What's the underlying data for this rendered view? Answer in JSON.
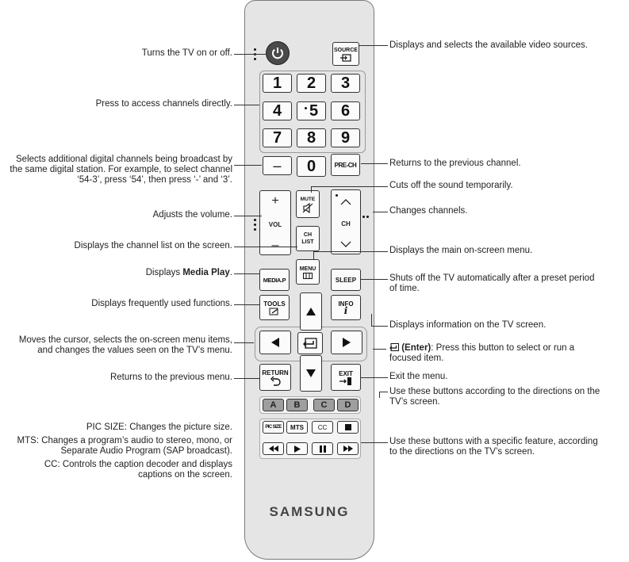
{
  "remote": {
    "brand": "SAMSUNG",
    "buttons": {
      "source_label": "SOURCE",
      "numbers": [
        "1",
        "2",
        "3",
        "4",
        "5",
        "6",
        "7",
        "8",
        "9"
      ],
      "dash": "–",
      "zero": "0",
      "prech": "PRE-CH",
      "vol_plus": "+",
      "vol_label": "VOL",
      "vol_minus": "–",
      "mute": "MUTE",
      "ch_list": "CH\nLIST",
      "ch_label": "CH",
      "menu": "MENU",
      "mediap": "MEDIA.P",
      "sleep": "SLEEP",
      "tools": "TOOLS",
      "info": "INFO",
      "return": "RETURN",
      "exit": "EXIT",
      "color_a": "A",
      "color_b": "B",
      "color_c": "C",
      "color_d": "D",
      "picsize": "PIC SIZE",
      "mts": "MTS",
      "cc": "CC"
    },
    "icons": {
      "power": "power-icon",
      "source": "input-icon",
      "mute": "mute-icon",
      "up": "arrow-up-icon",
      "down": "arrow-down-icon",
      "left": "arrow-left-icon",
      "right": "arrow-right-icon",
      "enter": "enter-icon",
      "return": "return-icon",
      "exit": "exit-icon",
      "stop": "stop-icon",
      "rewind": "rewind-icon",
      "play": "play-icon",
      "pause": "pause-icon",
      "ffwd": "fast-forward-icon"
    },
    "colors": {
      "body": "#e5e5e5",
      "button": "#fbfbfb",
      "color_buttons": "#9e9e9e"
    }
  },
  "annotations": {
    "power": "Turns the TV on or off.",
    "numbers": "Press to access channels directly.",
    "dash_lines": [
      "Selects additional digital channels being broadcast by",
      "the same digital station. For example, to select channel",
      "‘54-3’, press ‘54’, then press ‘-’ and ‘3’."
    ],
    "volume": "Adjusts the volume.",
    "chlist": "Displays the channel list on the screen.",
    "mediap_prefix": "Displays ",
    "mediap_bold": "Media Play",
    "mediap_suffix": ".",
    "tools": "Displays frequently used functions.",
    "cursor_lines": [
      "Moves the cursor, selects the on-screen menu items,",
      "and changes the values seen on the TV’s menu."
    ],
    "return": "Returns to the previous menu.",
    "picsize_bold": "PIC SIZE",
    "picsize_text": ": Changes the picture size.",
    "mts_bold": "MTS",
    "mts_text_lines": [
      ": Changes a program’s audio to stereo, mono, or",
      "Separate Audio Program (SAP broadcast)."
    ],
    "cc_bold": "CC",
    "cc_text_lines": [
      ": Controls the caption decoder and displays",
      "captions on the screen."
    ],
    "source": "Displays and selects the available video sources.",
    "prech": "Returns to the previous channel.",
    "mute": "Cuts off the sound temporarily.",
    "channel": "Changes channels.",
    "menu": "Displays the main on-screen menu.",
    "sleep_lines": [
      "Shuts off the TV automatically after a preset period",
      "of time."
    ],
    "info": "Displays information on the TV screen.",
    "enter_bold": "(Enter)",
    "enter_lines": [
      ": Press this button to select or run a",
      "focused item."
    ],
    "exit": "Exit the menu.",
    "color_lines": [
      "Use these buttons according to the directions on the",
      "TV’s screen."
    ],
    "media_lines": [
      "Use these buttons with a specific feature, according",
      "to the directions on the TV’s screen."
    ]
  }
}
